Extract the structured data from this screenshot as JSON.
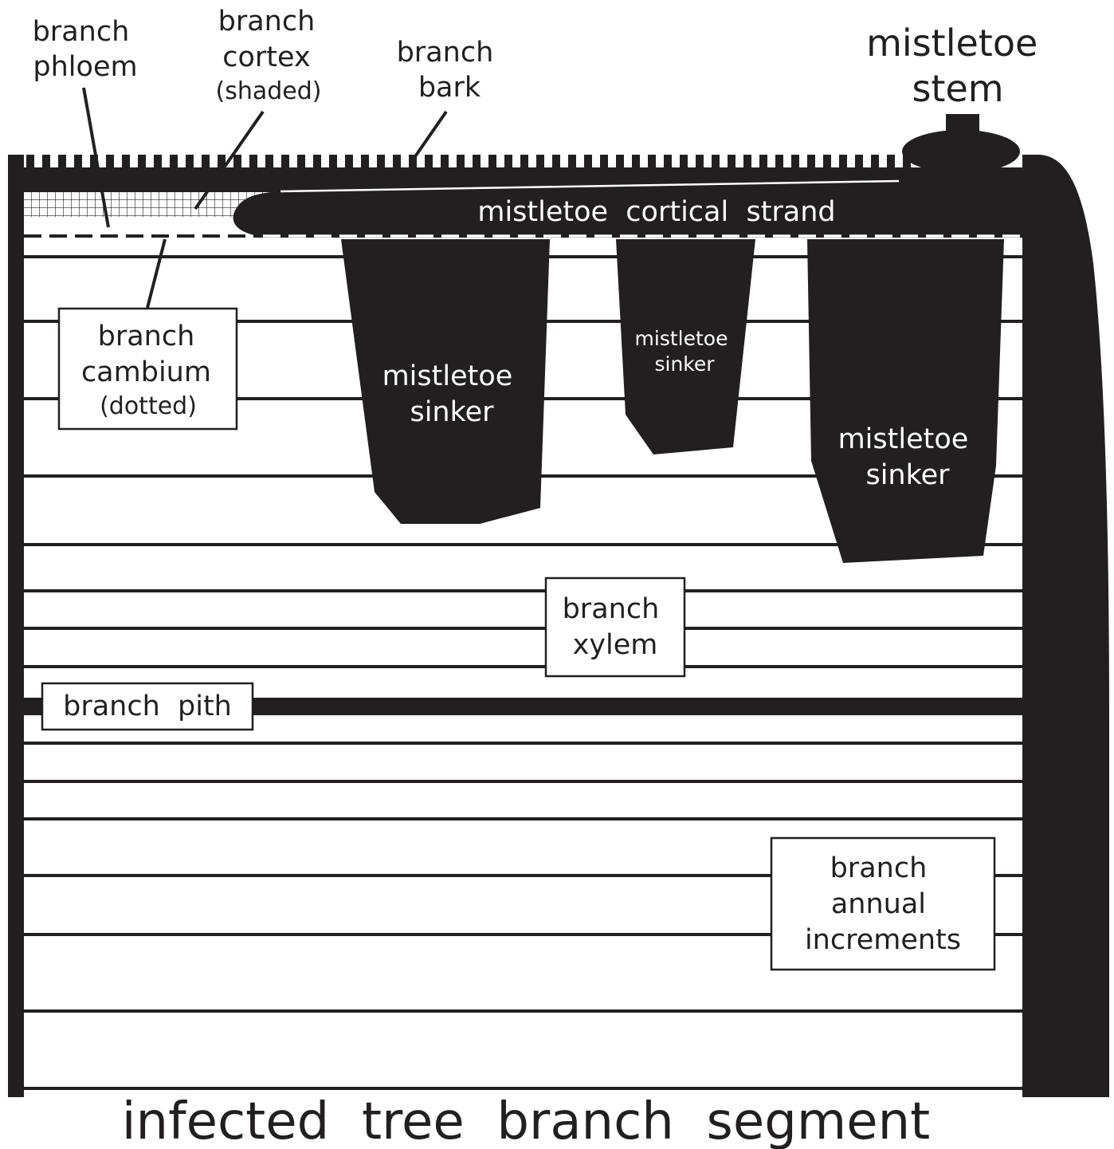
{
  "colors": {
    "ink": "#231f20",
    "paper": "#ffffff"
  },
  "labels": {
    "branch_phloem": [
      "branch",
      "phloem"
    ],
    "branch_cortex": [
      "branch",
      "cortex",
      "(shaded)"
    ],
    "branch_bark": [
      "branch",
      "bark"
    ],
    "mistletoe_stem": [
      "mistletoe",
      "stem"
    ],
    "cortical_strand": "mistletoe  cortical  strand",
    "branch_cambium": [
      "branch",
      "cambium",
      "(dotted)"
    ],
    "sinker_left": [
      "mistletoe",
      "sinker"
    ],
    "sinker_middle": [
      "mistletoe",
      "sinker"
    ],
    "sinker_right": [
      "mistletoe",
      "sinker"
    ],
    "branch_xylem": [
      "branch",
      "xylem"
    ],
    "branch_pith": "branch  pith",
    "annual_increments": [
      "branch",
      "annual",
      "increments"
    ],
    "caption": "infected  tree  branch  segment"
  }
}
